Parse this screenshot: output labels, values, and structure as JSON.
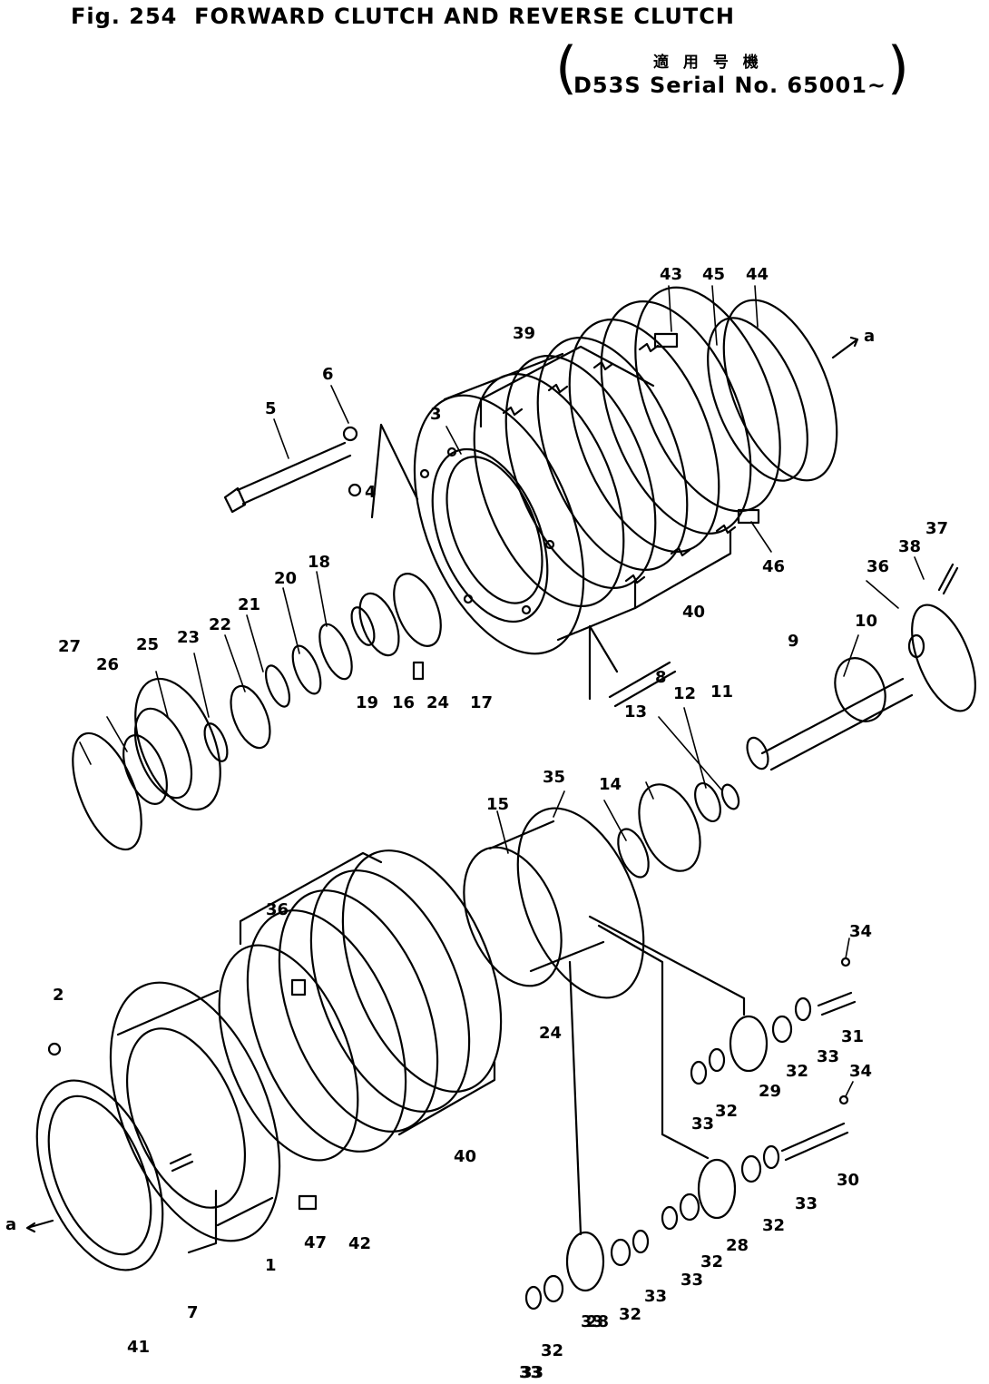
{
  "figure": {
    "number": "Fig. 254",
    "title": "FORWARD CLUTCH AND REVERSE CLUTCH",
    "applicability_jp": "適 用 号 機",
    "applicability": "D53S Serial No. 65001~"
  },
  "callouts": [
    "43",
    "45",
    "44",
    "a",
    "39",
    "6",
    "5",
    "3",
    "4",
    "46",
    "37",
    "38",
    "18",
    "20",
    "36",
    "21",
    "10",
    "22",
    "40",
    "23",
    "8",
    "25",
    "19",
    "16",
    "24",
    "17",
    "9",
    "26",
    "27",
    "11",
    "12",
    "13",
    "35",
    "14",
    "15",
    "36",
    "34",
    "2",
    "24",
    "31",
    "33",
    "32",
    "29",
    "33",
    "32",
    "34",
    "30",
    "40",
    "33",
    "42",
    "32",
    "47",
    "28",
    "32",
    "33",
    "a",
    "1",
    "32",
    "33",
    "7",
    "33",
    "28",
    "33",
    "41",
    "32",
    "33"
  ],
  "colors": {
    "line": "#000000",
    "background": "#ffffff"
  }
}
